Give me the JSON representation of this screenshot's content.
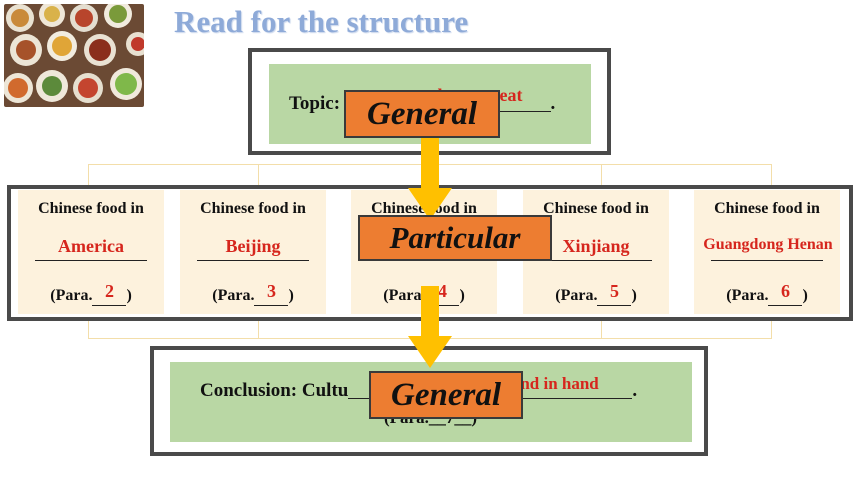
{
  "title": "Read for the structure",
  "topic": {
    "prefix": "Topic: You are",
    "answer": "what you eat",
    "suffix": "."
  },
  "columns": [
    {
      "label": "Chinese food in",
      "place": "America",
      "para_prefix": "(Para.",
      "para_num": "2",
      "para_suffix": ")"
    },
    {
      "label": "Chinese food in",
      "place": "Beijing",
      "para_prefix": "(Para.",
      "para_num": "3",
      "para_suffix": ")"
    },
    {
      "label": "Chinese food in",
      "place": "",
      "para_prefix": "(Para.",
      "para_num": "4",
      "para_suffix": ")"
    },
    {
      "label": "Chinese food in",
      "place": "Xinjiang",
      "para_prefix": "(Para.",
      "para_num": "5",
      "para_suffix": ")"
    },
    {
      "label": "Chinese food in",
      "place": "Guangdong    Henan",
      "para_prefix": "(Para.",
      "para_num": "6",
      "para_suffix": ")"
    }
  ],
  "conclusion": {
    "prefix": "Conclusion: Cultu",
    "answer": "hand in hand",
    "suffix": ".",
    "para": "(Para.__7__)"
  },
  "tags": {
    "general_top": "General",
    "particular": "Particular",
    "general_bottom": "General"
  },
  "colors": {
    "title": "#8eaad8",
    "green_box": "#b9d7a4",
    "tag_orange": "#ed7d31",
    "arrow": "#ffc000",
    "answer_red": "#d6261d",
    "column_bg": "#fdf2dd"
  }
}
